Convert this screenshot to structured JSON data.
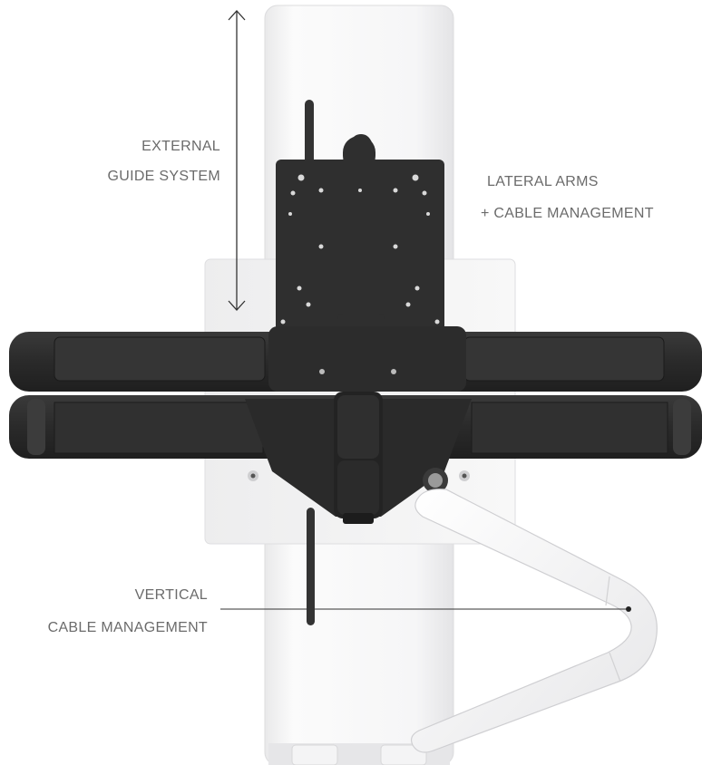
{
  "labels": {
    "external_guide": {
      "line1": "EXTERNAL",
      "line2": "GUIDE SYSTEM"
    },
    "lateral_arms": {
      "line1": "LATERAL ARMS",
      "line2": "+ CABLE MANAGEMENT"
    },
    "vertical_cable": {
      "line1": "VERTICAL",
      "line2": "CABLE MANAGEMENT"
    }
  },
  "colors": {
    "label_text": "#6b6b6b",
    "column": "#f2f2f3",
    "arm_black": "#2b2b2b",
    "plate_black": "#2f2f2f",
    "cable_arm_white": "#f7f7f7"
  }
}
